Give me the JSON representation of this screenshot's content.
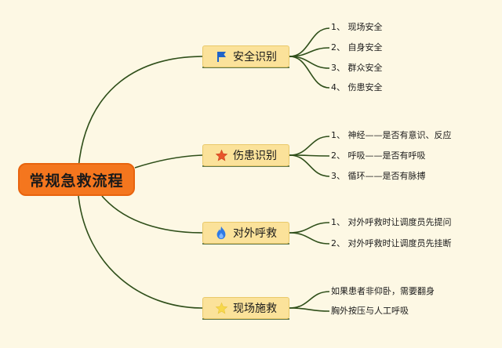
{
  "root": {
    "title": "常规急救流程"
  },
  "branches": [
    {
      "label": "安全识别",
      "icon": "blue-flag-icon",
      "items": [
        "1、 现场安全",
        "2、 自身安全",
        "3、 群众安全",
        "4、 伤患安全"
      ]
    },
    {
      "label": "伤患识别",
      "icon": "red-star-icon",
      "items": [
        "1、 神经——是否有意识、反应",
        "2、 呼吸——是否有呼吸",
        "3、 循环——是否有脉搏"
      ]
    },
    {
      "label": "对外呼救",
      "icon": "blue-flame-icon",
      "items": [
        "1、 对外呼救时让调度员先提问",
        "2、 对外呼救时让调度员先挂断"
      ]
    },
    {
      "label": "现场施救",
      "icon": "yellow-star-icon",
      "items": [
        "如果患者非仰卧，需要翻身",
        "胸外按压与人工呼吸"
      ]
    }
  ],
  "colors": {
    "background": "#FDF8E4",
    "root_fill": "#F4761E",
    "branch_fill": "#FBE29A",
    "connector": "#2F4F1A"
  }
}
